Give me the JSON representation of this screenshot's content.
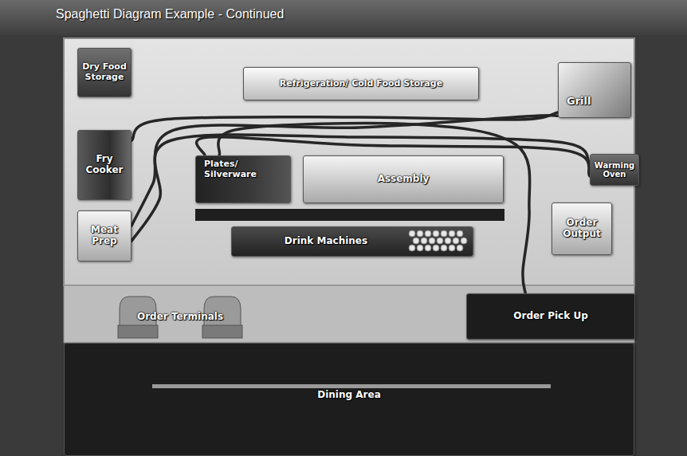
{
  "diagram": {
    "title": "Spaghetti Diagram Example - Continued",
    "nodes": [
      {
        "text": [
          "Dry Food Storage"
        ]
      },
      {
        "text": [
          "Refrigeration/ Cold Food Storage"
        ]
      },
      {
        "text": [
          "Grill"
        ]
      },
      {
        "text": [
          "Fry Cooker"
        ]
      },
      {
        "text": [
          "Plates/ Silverware"
        ]
      },
      {
        "text": [
          "Assembly"
        ]
      },
      {
        "text": [
          "Warming Oven"
        ]
      },
      {
        "text": [
          "Meat Prep"
        ]
      },
      {
        "text": [
          "Order Output"
        ]
      },
      {
        "text": [
          "Drink Machines"
        ]
      },
      {
        "text": [
          "Order Terminals"
        ]
      },
      {
        "text": [
          "Order Pick Up"
        ]
      },
      {
        "text": [
          "Dining Area"
        ]
      }
    ],
    "edges": [
      {
        "from": 3,
        "to": 2,
        "arrow": "none"
      },
      {
        "from": 7,
        "to": 2,
        "arrow": "none"
      },
      {
        "from": 7,
        "to": 6,
        "arrow": "none"
      },
      {
        "from": 4,
        "to": 6,
        "arrow": "none"
      },
      {
        "from": 4,
        "to": 11,
        "arrow": "none"
      }
    ]
  }
}
